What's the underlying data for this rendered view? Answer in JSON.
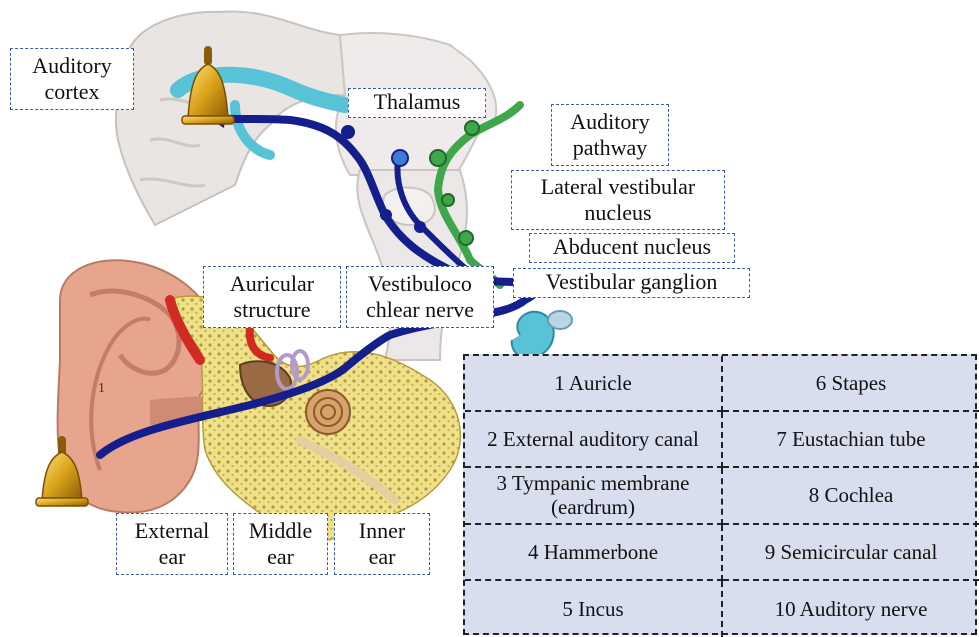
{
  "labels": {
    "auditory_cortex": "Auditory cortex",
    "thalamus": "Thalamus",
    "auditory_pathway": "Auditory pathway",
    "lateral_vestibular_nucleus": "Lateral vestibular nucleus",
    "abducent_nucleus": "Abducent nucleus",
    "vestibular_ganglion": "Vestibular ganglion",
    "auricular_structure": "Auricular structure",
    "vestibulocochlear_nerve": "Vestibuloco chlear nerve",
    "external_ear": "External ear",
    "middle_ear": "Middle ear",
    "inner_ear": "Inner ear"
  },
  "legend": [
    "1 Auricle",
    "6 Stapes",
    "2 External auditory canal",
    "7 Eustachian tube",
    "3 Tympanic membrane (eardrum)",
    "8 Cochlea",
    "4 Hammerbone",
    "9 Semicircular canal",
    "5 Incus",
    "10 Auditory nerve"
  ],
  "ear_marker": "1",
  "colors": {
    "label_border": "#3a5f9e",
    "legend_fill": "#d9deef",
    "pathway_blue": "#141e8c",
    "cortex_cyan": "#58c3d6",
    "pathway_green": "#3fa64c",
    "ear_pink": "#e7a58e",
    "bone_yellow": "#efe08a",
    "bell_gold": "#d9a21a"
  },
  "icons": [
    "bell-icon"
  ]
}
